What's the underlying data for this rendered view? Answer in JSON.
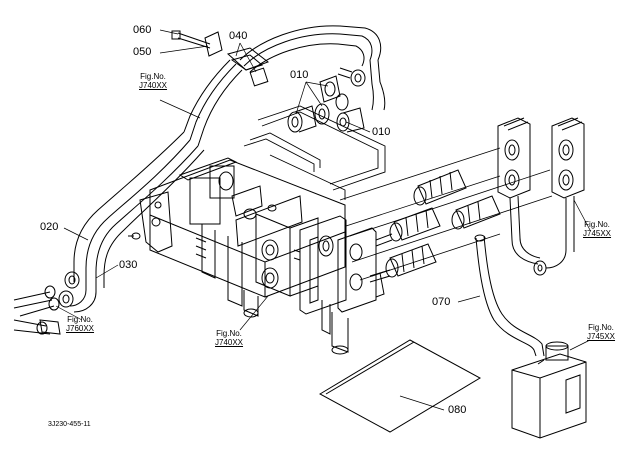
{
  "parts": {
    "p060": "060",
    "p050": "050",
    "p040": "040",
    "p010a": "010",
    "p010b": "010",
    "p020": "020",
    "p030": "030",
    "p070": "070",
    "p080": "080"
  },
  "fig_refs": [
    {
      "title": "Fig.No.",
      "number": "J740XX"
    },
    {
      "title": "Fig.No.",
      "number": "J745XX"
    },
    {
      "title": "Fig.No.",
      "number": "J760XX"
    },
    {
      "title": "Fig.No.",
      "number": "J740XX"
    },
    {
      "title": "Fig.No.",
      "number": "J745XX"
    }
  ],
  "diagram_code": "3J230-455-11"
}
